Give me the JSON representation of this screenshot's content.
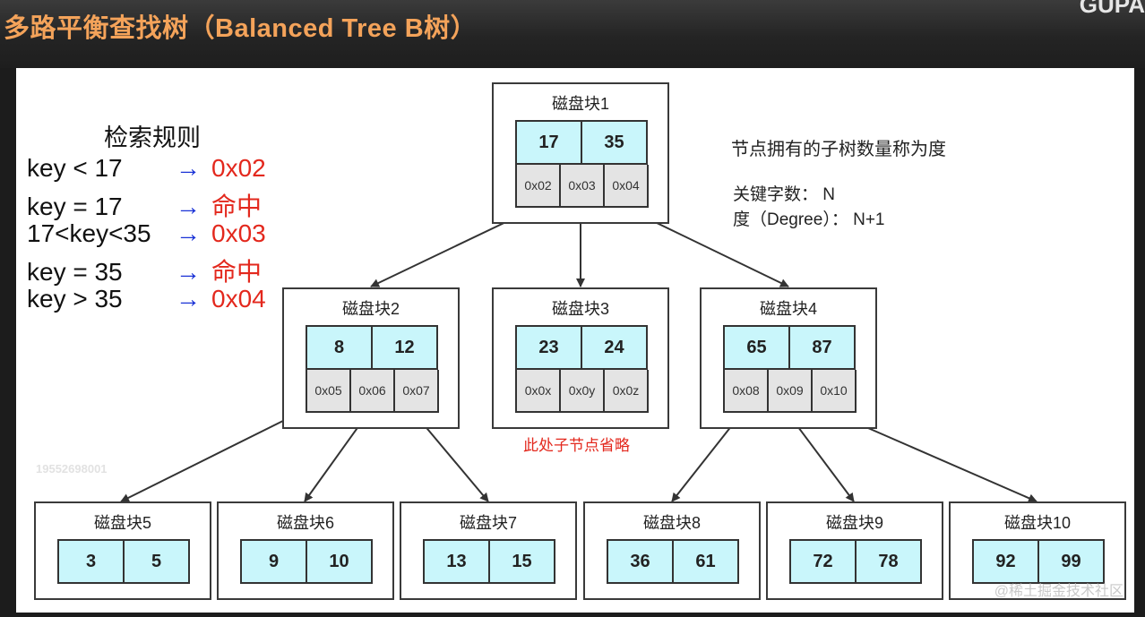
{
  "title": "多路平衡查找树（Balanced Tree  B树）",
  "logo": "GUPA",
  "rules": {
    "title": "检索规则",
    "items": [
      {
        "expr": "key < 17",
        "arrow": "→",
        "result": "0x02"
      },
      {
        "expr": "key = 17",
        "arrow": "→",
        "result": "命中"
      },
      {
        "expr": "17<key<35",
        "arrow": "→",
        "result": "0x03"
      },
      {
        "expr": "key = 35",
        "arrow": "→",
        "result": "命中"
      },
      {
        "expr": "key > 35",
        "arrow": "→",
        "result": "0x04"
      }
    ]
  },
  "notes": {
    "degree": "节点拥有的子树数量称为度",
    "keys": "关键字数： N",
    "deg": "度（Degree）： N+1",
    "omitted": "此处子节点省略"
  },
  "watermarks": {
    "number": "19552698001",
    "juejin": "@稀土掘金技术社区"
  },
  "blocks": [
    {
      "label": "磁盘块1",
      "keys": [
        "17",
        "35"
      ],
      "ptrs": [
        "0x02",
        "0x03",
        "0x04"
      ]
    },
    {
      "label": "磁盘块2",
      "keys": [
        "8",
        "12"
      ],
      "ptrs": [
        "0x05",
        "0x06",
        "0x07"
      ]
    },
    {
      "label": "磁盘块3",
      "keys": [
        "23",
        "24"
      ],
      "ptrs": [
        "0x0x",
        "0x0y",
        "0x0z"
      ]
    },
    {
      "label": "磁盘块4",
      "keys": [
        "65",
        "87"
      ],
      "ptrs": [
        "0x08",
        "0x09",
        "0x10"
      ]
    },
    {
      "label": "磁盘块5",
      "keys": [
        "3",
        "5"
      ]
    },
    {
      "label": "磁盘块6",
      "keys": [
        "9",
        "10"
      ]
    },
    {
      "label": "磁盘块7",
      "keys": [
        "13",
        "15"
      ]
    },
    {
      "label": "磁盘块8",
      "keys": [
        "36",
        "61"
      ]
    },
    {
      "label": "磁盘块9",
      "keys": [
        "72",
        "78"
      ]
    },
    {
      "label": "磁盘块10",
      "keys": [
        "92",
        "99"
      ]
    }
  ]
}
